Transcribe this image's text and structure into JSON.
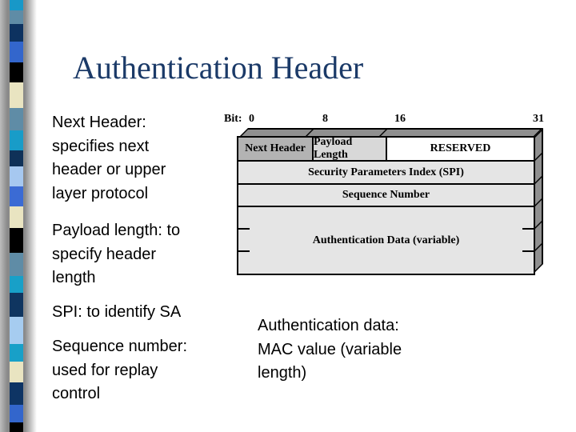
{
  "slide": {
    "title": "Authentication Header",
    "bullets": [
      {
        "id": "next-header",
        "text": "Next Header:\nspecifies next\nheader or upper\nlayer protocol"
      },
      {
        "id": "payload-length",
        "text": "Payload length: to\nspecify header\nlength"
      },
      {
        "id": "spi",
        "text": "SPI: to identify SA"
      },
      {
        "id": "sequence-number",
        "text": "Sequence number:\nused for replay\ncontrol"
      }
    ],
    "note": "Authentication data:\nMAC value (variable\nlength)"
  },
  "diagram": {
    "bit_prefix": "Bit:",
    "ticks": [
      "0",
      "8",
      "16",
      "31"
    ],
    "row1_cells": [
      {
        "label": "Next Header"
      },
      {
        "label": "Payload Length"
      },
      {
        "label": "RESERVED"
      }
    ],
    "row2_label": "Security Parameters Index (SPI)",
    "row3_label": "Sequence Number",
    "row4_label": "Authentication Data (variable)"
  },
  "colors": {
    "title": "#1B3A68",
    "body_text": "#000000",
    "depth_gray": "#8F8F8F",
    "cell_next_header": "#B3B3B3",
    "cell_payload_length": "#D8D8D8",
    "cell_reserved": "#FFFFFF",
    "row_bg": "#E5E5E5"
  },
  "sidebar": {
    "blocks": [
      {
        "color": "#1898C8",
        "height": 13
      },
      {
        "color": "#5F8CA6",
        "height": 17
      },
      {
        "color": "#0D3260",
        "height": 22
      },
      {
        "color": "#3366CC",
        "height": 26
      },
      {
        "color": "#000000",
        "height": 25
      },
      {
        "color": "#E9E4C1",
        "height": 32
      },
      {
        "color": "#5F8CA6",
        "height": 28
      },
      {
        "color": "#189CC8",
        "height": 25
      },
      {
        "color": "#0F3158",
        "height": 20
      },
      {
        "color": "#A6C8F0",
        "height": 25
      },
      {
        "color": "#3B6BD4",
        "height": 25
      },
      {
        "color": "#E9E4C1",
        "height": 27
      },
      {
        "color": "#000000",
        "height": 31
      },
      {
        "color": "#5F8CA6",
        "height": 29
      },
      {
        "color": "#18A0C8",
        "height": 21
      },
      {
        "color": "#0F3560",
        "height": 30
      },
      {
        "color": "#A6CCF0",
        "height": 34
      },
      {
        "color": "#18A0C8",
        "height": 22
      },
      {
        "color": "#E9E4C1",
        "height": 26
      },
      {
        "color": "#0E3464",
        "height": 28
      },
      {
        "color": "#3366CC",
        "height": 22
      },
      {
        "color": "#000000",
        "height": 12
      }
    ]
  }
}
